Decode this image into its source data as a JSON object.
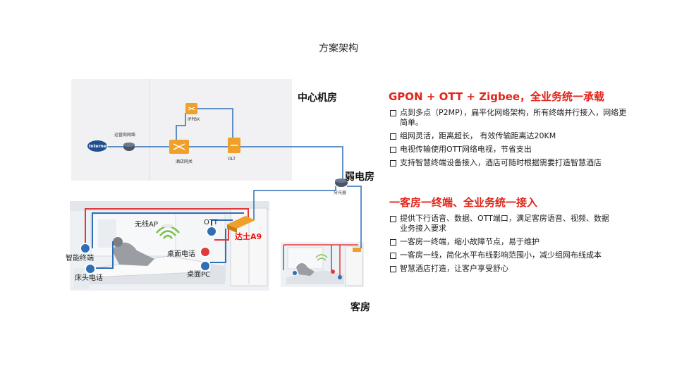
{
  "title": "方案架构",
  "zones": {
    "center": "中心机房",
    "weak": "弱电房",
    "room": "客房"
  },
  "devices": {
    "internet": "Internet",
    "carrier_network": "运营商网络",
    "ippbx": "IPPBX",
    "hotel_gateway": "酒店网关",
    "olt": "OLT",
    "splitter": "分光器",
    "wireless_ap": "无线AP",
    "ott": "OTT",
    "dashi_a9": "达士A9",
    "desk_phone": "桌面电话",
    "smart_terminal": "智能终端",
    "bedside_phone": "床头电话",
    "desktop_pc": "桌面PC"
  },
  "colors": {
    "accent_red": "#e1251b",
    "link_blue": "#2e6fb5",
    "link_red": "#e23a3a",
    "device_orange": "#f0a02a"
  },
  "section1": {
    "heading": "GPON + OTT + Zigbee，全业务统一承载",
    "bullets": [
      "点到多点（P2MP），扁平化网络架构，所有终端并行接入，网络更简单。",
      "组网灵活，距离超长， 有效传输距离达20KM",
      "电视传输使用OTT网络电视，节省支出",
      "支持智慧终端设备接入，酒店可随时根据需要打造智慧酒店"
    ]
  },
  "section2": {
    "heading": "一客房一终端、全业务统一接入",
    "bullets": [
      "提供下行语音、数据、OTT端口，满足客房语音、视频、数据业务接入要求",
      "一客房一终端，缩小故障节点，易于维护",
      "一客房一线，简化水平布线影响范围小，减少组网布线成本",
      "智慧酒店打造，让客户享受舒心"
    ]
  }
}
